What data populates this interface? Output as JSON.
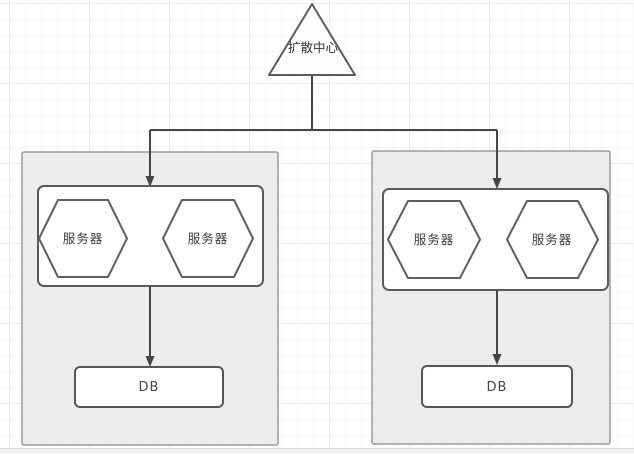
{
  "diagram": {
    "hub": {
      "shape": "triangle",
      "label": "扩散中心"
    },
    "clusters": [
      {
        "name": "left-cluster",
        "servers": [
          {
            "label": "服务器"
          },
          {
            "label": "服务器"
          }
        ],
        "db": {
          "label": "DB"
        }
      },
      {
        "name": "right-cluster",
        "servers": [
          {
            "label": "服务器"
          },
          {
            "label": "服务器"
          }
        ],
        "db": {
          "label": "DB"
        }
      }
    ],
    "edges": [
      {
        "from": "hub",
        "to": "left-cluster-server-panel",
        "arrow": "down"
      },
      {
        "from": "hub",
        "to": "right-cluster-server-panel",
        "arrow": "down"
      },
      {
        "from": "left-cluster-server-panel",
        "to": "left-cluster-db",
        "arrow": "down"
      },
      {
        "from": "right-cluster-server-panel",
        "to": "right-cluster-db",
        "arrow": "down"
      }
    ]
  },
  "colors": {
    "canvas_background": "#ffffff",
    "grid_minor": "#f5f5f5",
    "grid_major": "#eaeaea",
    "container_fill": "#ececec",
    "container_stroke": "#9a9a9a",
    "node_fill": "#ffffff",
    "node_stroke": "#5b5b5b",
    "edge": "#454545",
    "text": "#3c3c3c"
  }
}
